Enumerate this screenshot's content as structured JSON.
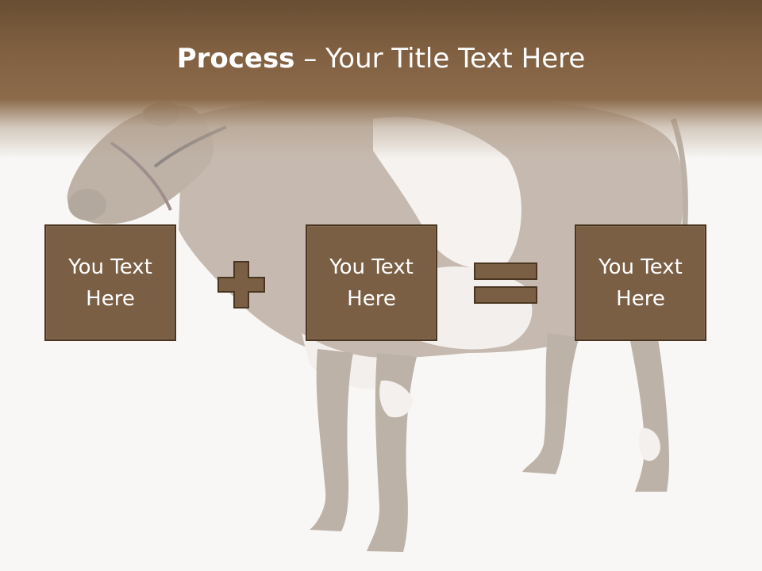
{
  "title": {
    "bold": "Process",
    "rest": " – Your Title Text Here"
  },
  "boxes": [
    {
      "line1": "You Text",
      "line2": "Here"
    },
    {
      "line1": "You Text",
      "line2": "Here"
    },
    {
      "line1": "You Text",
      "line2": "Here"
    }
  ],
  "operators": [
    "plus-icon",
    "equals-icon"
  ],
  "colors": {
    "header": "#7f5f40",
    "box_fill": "#7a5f45",
    "box_border": "#4a3620",
    "background": "#f8f7f5",
    "text": "#ffffff"
  }
}
